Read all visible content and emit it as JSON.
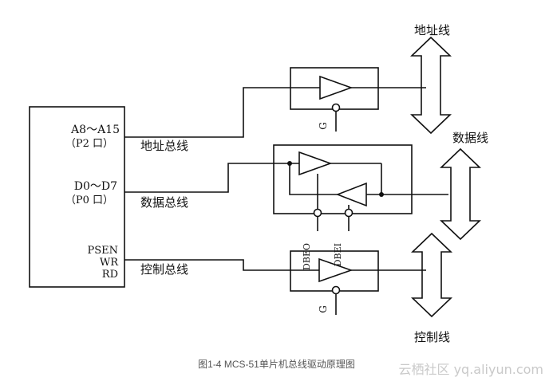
{
  "colors": {
    "line": "#111111",
    "caption": "#555555",
    "watermark": "#c9c9c9",
    "background": "#ffffff"
  },
  "mcu": {
    "pins_addr_1": "A8～A15",
    "pins_addr_2": "（P2 口）",
    "pins_data_1": "D0～D7",
    "pins_data_2": "（P0 口）",
    "ctrl_1": "PSEN",
    "ctrl_2": "WR",
    "ctrl_3": "RD"
  },
  "buses": {
    "addr_internal": "地址总线",
    "data_internal": "数据总线",
    "ctrl_internal": "控制总线",
    "addr_external": "地址线",
    "data_external": "数据线",
    "ctrl_external": "控制线"
  },
  "drivers": {
    "gate_top": "G",
    "gate_bottom": "G",
    "dbeo": "DBEO",
    "dbei": "DBEI"
  },
  "caption": "图1-4 MCS-51单片机总线驱动原理图",
  "watermark": "云栖社区 yq.aliyun.com"
}
